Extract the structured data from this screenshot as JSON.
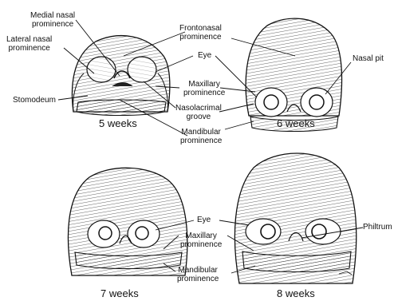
{
  "figure": {
    "panels": [
      {
        "caption": "5 weeks"
      },
      {
        "caption": "6 weeks"
      },
      {
        "caption": "7 weeks"
      },
      {
        "caption": "8 weeks"
      }
    ],
    "labels": {
      "medial_nasal_line1": "Medial nasal",
      "medial_nasal_line2": "prominence",
      "lateral_nasal_line1": "Lateral nasal",
      "lateral_nasal_line2": "prominence",
      "stomodeum": "Stomodeum",
      "frontonasal_line1": "Frontonasal",
      "frontonasal_line2": "prominence",
      "eye_top": "Eye",
      "maxillary_top_line1": "Maxillary",
      "maxillary_top_line2": "prominence",
      "nasolacrimal_line1": "Nasolacrimal",
      "nasolacrimal_line2": "groove",
      "mandibular_top_line1": "Mandibular",
      "mandibular_top_line2": "prominence",
      "nasal_pit": "Nasal pit",
      "eye_bottom": "Eye",
      "maxillary_bottom_line1": "Maxillary",
      "maxillary_bottom_line2": "prominence",
      "mandibular_bottom_line1": "Mandibular",
      "mandibular_bottom_line2": "prominence",
      "philtrum": "Philtrum"
    },
    "colors": {
      "ink": "#111111",
      "background": "#ffffff"
    }
  }
}
